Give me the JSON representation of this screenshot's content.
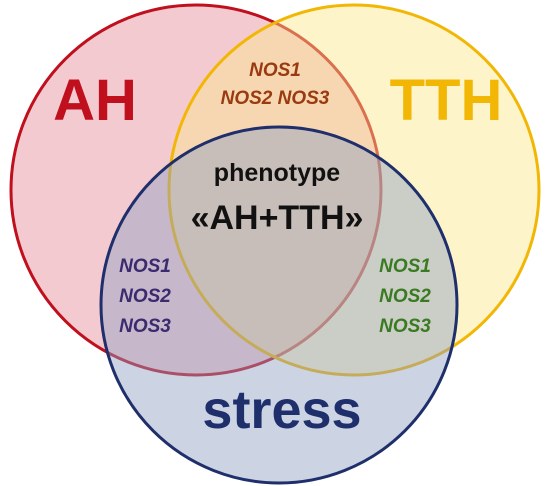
{
  "sets": {
    "ah": {
      "label": "AH",
      "fill": "#e6899a",
      "stroke": "#c0101e",
      "label_color": "#c0101e"
    },
    "tth": {
      "label": "TTH",
      "fill": "#fbe68a",
      "stroke": "#f2b705",
      "label_color": "#f2b705"
    },
    "stress": {
      "label": "stress",
      "fill": "#8fa0c4",
      "stroke": "#1f2f6b",
      "label_color": "#1f2f6b"
    }
  },
  "regions": {
    "ah_tth": {
      "lines": [
        "NOS1",
        "NOS2 NOS3"
      ],
      "color": "#9a3a10"
    },
    "ah_stress": {
      "lines": [
        "NOS1",
        "NOS2",
        "NOS3"
      ],
      "color": "#3a2a6e"
    },
    "tth_stress": {
      "lines": [
        "NOS1",
        "NOS2",
        "NOS3"
      ],
      "color": "#3a7a22"
    },
    "center": {
      "line1": "phenotype",
      "line2": "«AH+TTH»",
      "color": "#111111"
    }
  }
}
